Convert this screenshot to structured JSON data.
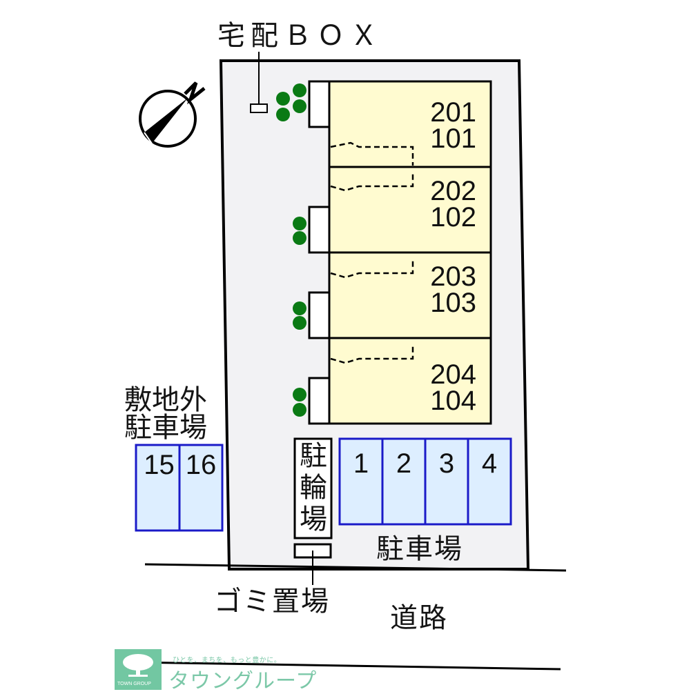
{
  "labels": {
    "delivery_box": "宅配ＢＯＸ",
    "offsite_parking_line1": "敷地外",
    "offsite_parking_line2": "駐車場",
    "bicycle_parking": [
      "駐",
      "輪",
      "場"
    ],
    "parking": "駐車場",
    "garbage": "ゴミ置場",
    "road": "道路",
    "compass_north": "N"
  },
  "units": [
    {
      "upper": "201",
      "lower": "101"
    },
    {
      "upper": "202",
      "lower": "102"
    },
    {
      "upper": "203",
      "lower": "103"
    },
    {
      "upper": "204",
      "lower": "104"
    }
  ],
  "parking_spaces": [
    "1",
    "2",
    "3",
    "4"
  ],
  "offsite_spaces": [
    "15",
    "16"
  ],
  "footer": {
    "tagline": "ひとを、まちを、もっと豊かに。",
    "brand": "タウングループ",
    "logo_text": "TOWN GROUP"
  },
  "colors": {
    "lot_fill": "#F2F2F4",
    "unit_fill": "#FFFBD0",
    "parking_fill": "#DDEEFF",
    "parking_border": "#1A1AC8",
    "tree_green": "#0A7A14",
    "brand_green": "#72C7A2"
  }
}
